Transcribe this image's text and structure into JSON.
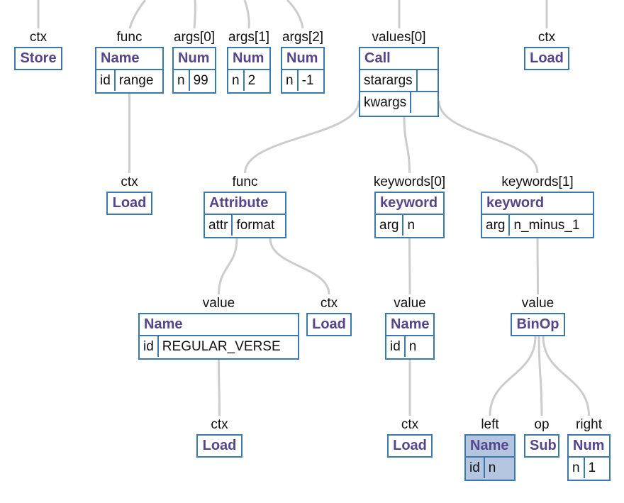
{
  "accent_color": "#3a78ad",
  "title_color": "#55458a",
  "highlight_color": "#b3c5df",
  "edge_color": "#cccccc",
  "nodes": [
    {
      "id": "n_ctx_store",
      "label": "ctx",
      "title": "Store"
    },
    {
      "id": "n_func_name",
      "label": "func",
      "title": "Name",
      "fields": [
        [
          "id",
          "range"
        ]
      ]
    },
    {
      "id": "n_args0",
      "label": "args[0]",
      "title": "Num",
      "fields": [
        [
          "n",
          "99"
        ]
      ]
    },
    {
      "id": "n_args1",
      "label": "args[1]",
      "title": "Num",
      "fields": [
        [
          "n",
          "2"
        ]
      ]
    },
    {
      "id": "n_args2",
      "label": "args[2]",
      "title": "Num",
      "fields": [
        [
          "n",
          "-1"
        ]
      ]
    },
    {
      "id": "n_call",
      "label": "values[0]",
      "title": "Call",
      "fields": [
        [
          "starargs",
          ""
        ],
        [
          "kwargs",
          ""
        ]
      ]
    },
    {
      "id": "n_ctx_load_top",
      "label": "ctx",
      "title": "Load"
    },
    {
      "id": "n_ctx_load_range",
      "label": "ctx",
      "title": "Load"
    },
    {
      "id": "n_attribute",
      "label": "func",
      "title": "Attribute",
      "fields": [
        [
          "attr",
          "format"
        ]
      ]
    },
    {
      "id": "n_kw0",
      "label": "keywords[0]",
      "title": "keyword",
      "fields": [
        [
          "arg",
          "n"
        ]
      ]
    },
    {
      "id": "n_kw1",
      "label": "keywords[1]",
      "title": "keyword",
      "fields": [
        [
          "arg",
          "n_minus_1"
        ]
      ]
    },
    {
      "id": "n_name_rv",
      "label": "value",
      "title": "Name",
      "fields": [
        [
          "id",
          "REGULAR_VERSE"
        ]
      ]
    },
    {
      "id": "n_ctx_load_attr",
      "label": "ctx",
      "title": "Load"
    },
    {
      "id": "n_name_n",
      "label": "value",
      "title": "Name",
      "fields": [
        [
          "id",
          "n"
        ]
      ]
    },
    {
      "id": "n_binop",
      "label": "value",
      "title": "BinOp"
    },
    {
      "id": "n_ctx_load_rv",
      "label": "ctx",
      "title": "Load"
    },
    {
      "id": "n_ctx_load_n",
      "label": "ctx",
      "title": "Load"
    },
    {
      "id": "n_left",
      "label": "left",
      "title": "Name",
      "fields": [
        [
          "id",
          "n"
        ]
      ],
      "highlighted": true
    },
    {
      "id": "n_op",
      "label": "op",
      "title": "Sub"
    },
    {
      "id": "n_right",
      "label": "right",
      "title": "Num",
      "fields": [
        [
          "n",
          "1"
        ]
      ]
    }
  ],
  "edges": [
    [
      "n_call",
      "n_attribute"
    ],
    [
      "n_call",
      "n_kw0"
    ],
    [
      "n_call",
      "n_kw1"
    ],
    [
      "n_func_name",
      "n_ctx_load_range"
    ],
    [
      "n_attribute",
      "n_name_rv"
    ],
    [
      "n_attribute",
      "n_ctx_load_attr"
    ],
    [
      "n_kw0",
      "n_name_n"
    ],
    [
      "n_kw1",
      "n_binop"
    ],
    [
      "n_name_rv",
      "n_ctx_load_rv"
    ],
    [
      "n_name_n",
      "n_ctx_load_n"
    ],
    [
      "n_binop",
      "n_left"
    ],
    [
      "n_binop",
      "n_op"
    ],
    [
      "n_binop",
      "n_right"
    ]
  ]
}
